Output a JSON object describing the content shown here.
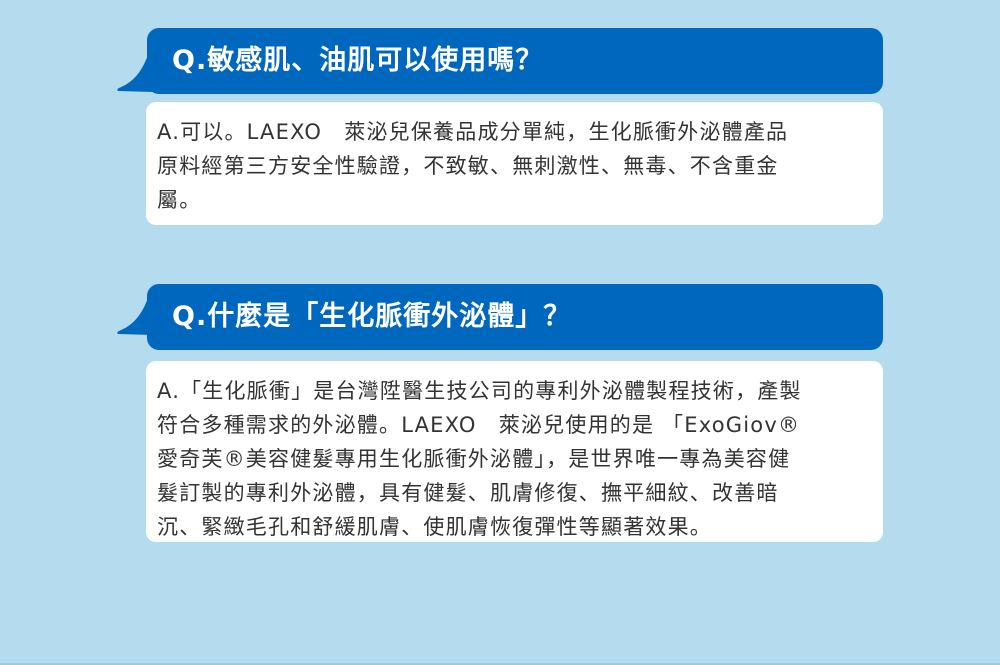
{
  "colors": {
    "background": "#b5dbee",
    "question_bubble": "#0067be",
    "answer_box": "#ffffff",
    "answer_text": "#333333"
  },
  "faqs": [
    {
      "question": "Q.敏感肌、油肌可以使用嗎？",
      "answer_lines": [
        "A.可以。LAEXO　萊泌兒保養品成分單純，生化脈衝外泌體產品",
        "原料經第三方安全性驗證，不致敏、無刺激性、無毒、不含重金",
        "屬。"
      ]
    },
    {
      "question": "Q.什麼是「生化脈衝外泌體」？",
      "answer_lines": [
        "A.「生化脈衝」是台灣陞醫生技公司的專利外泌體製程技術，產製",
        "符合多種需求的外泌體。LAEXO　萊泌兒使用的是 「ExoGiov®",
        "愛奇芙®美容健髮專用生化脈衝外泌體」，是世界唯一專為美容健",
        "髮訂製的專利外泌體，具有健髮、肌膚修復、撫平細紋、改善暗",
        "沉、緊緻毛孔和舒緩肌膚、使肌膚恢復彈性等顯著效果。"
      ]
    }
  ]
}
